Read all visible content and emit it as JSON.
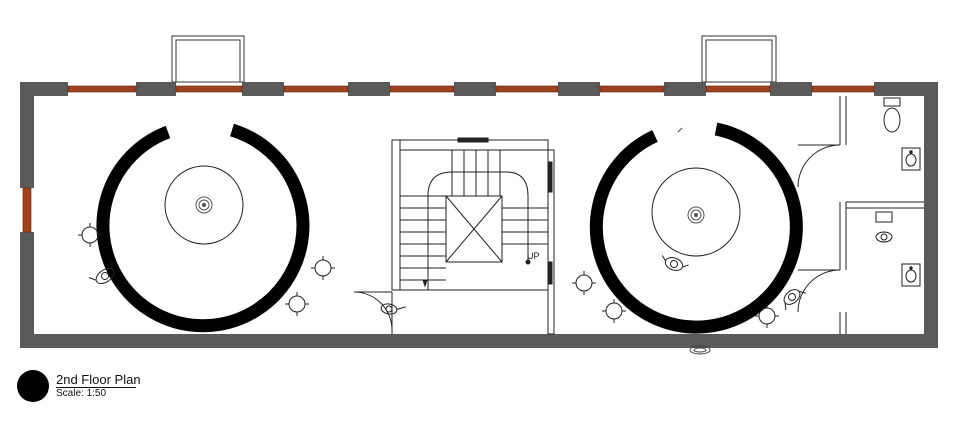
{
  "drawing": {
    "title": "2nd Floor Plan",
    "scale": "Scale: 1:50",
    "stair_label": "UP"
  },
  "colors": {
    "wall": "#555555",
    "glazing_frame": "#a0411f",
    "ring": "#000000",
    "line": "#222222"
  }
}
